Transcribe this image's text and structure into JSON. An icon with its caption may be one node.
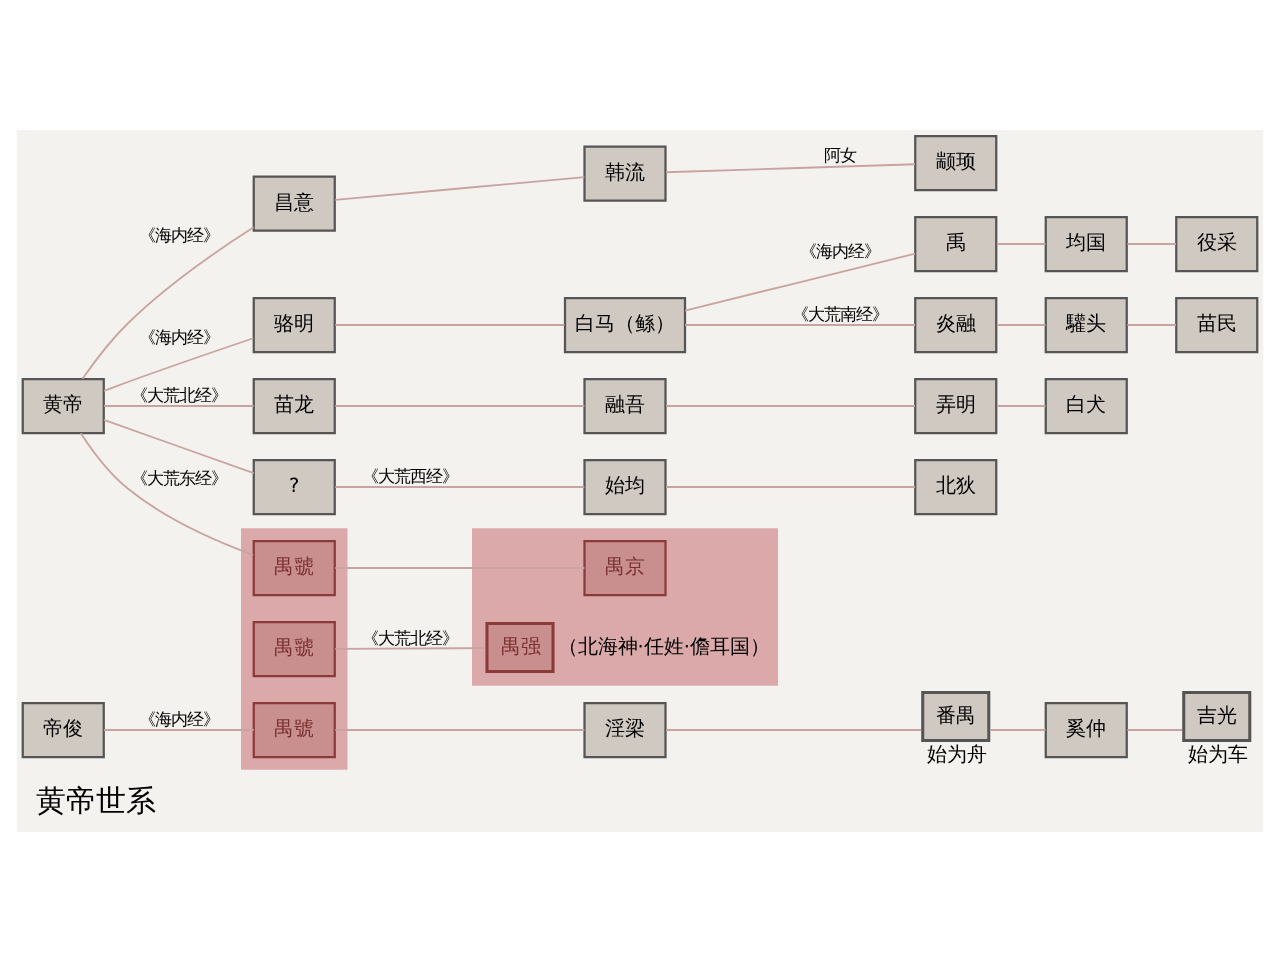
{
  "diagram": {
    "title": "黄帝世系",
    "nodes": [
      {
        "text": [
          "黄帝"
        ]
      },
      {
        "text": [
          "昌意"
        ]
      },
      {
        "text": [
          "韩流"
        ]
      },
      {
        "text": [
          "颛顼"
        ]
      },
      {
        "text": [
          "骆明"
        ]
      },
      {
        "text": [
          "白马（鲧）"
        ]
      },
      {
        "text": [
          "禹"
        ]
      },
      {
        "text": [
          "均国"
        ]
      },
      {
        "text": [
          "役采"
        ]
      },
      {
        "text": [
          "炎融"
        ]
      },
      {
        "text": [
          "驩头"
        ]
      },
      {
        "text": [
          "苗民"
        ]
      },
      {
        "text": [
          "苗龙"
        ]
      },
      {
        "text": [
          "融吾"
        ]
      },
      {
        "text": [
          "弄明"
        ]
      },
      {
        "text": [
          "白犬"
        ]
      },
      {
        "text": [
          "?"
        ]
      },
      {
        "text": [
          "始均"
        ]
      },
      {
        "text": [
          "北狄"
        ]
      },
      {
        "text": [],
        "shape": "bar"
      },
      {
        "text": [
          "禺虢"
        ],
        "in": 19
      },
      {
        "text": [
          "禺虢"
        ],
        "in": 19
      },
      {
        "text": [
          "禺號"
        ],
        "in": 19
      },
      {
        "text": [],
        "shape": "bar"
      },
      {
        "text": [
          "禺京"
        ],
        "in": 23
      },
      {
        "text": [
          "禺强"
        ],
        "in": 23,
        "beside": [
          "（北海神·任姓·儋耳国）"
        ]
      },
      {
        "text": [
          "帝俊"
        ]
      },
      {
        "text": [
          "淫梁"
        ]
      },
      {
        "text": [
          "番禺"
        ],
        "beside": [
          "始为舟"
        ]
      },
      {
        "text": [
          "奚仲"
        ]
      },
      {
        "text": [
          "吉光"
        ],
        "beside": [
          "始为车"
        ]
      }
    ],
    "edges": [
      {
        "from": 0,
        "to": 1,
        "arrow": "none",
        "label": "《海内经》"
      },
      {
        "from": 1,
        "to": 2,
        "arrow": "none"
      },
      {
        "from": 2,
        "to": 3,
        "arrow": "none",
        "label": "阿女"
      },
      {
        "from": 0,
        "to": 4,
        "arrow": "none",
        "label": "《海内经》"
      },
      {
        "from": 4,
        "to": 5,
        "arrow": "none"
      },
      {
        "from": 5,
        "to": 6,
        "arrow": "none",
        "label": "《海内经》"
      },
      {
        "from": 6,
        "to": 7,
        "arrow": "none"
      },
      {
        "from": 7,
        "to": 8,
        "arrow": "none"
      },
      {
        "from": 5,
        "to": 9,
        "arrow": "none",
        "label": "《大荒南经》"
      },
      {
        "from": 9,
        "to": 10,
        "arrow": "none"
      },
      {
        "from": 10,
        "to": 11,
        "arrow": "none"
      },
      {
        "from": 0,
        "to": 12,
        "arrow": "none",
        "label": "《大荒北经》"
      },
      {
        "from": 12,
        "to": 13,
        "arrow": "none"
      },
      {
        "from": 13,
        "to": 14,
        "arrow": "none"
      },
      {
        "from": 14,
        "to": 15,
        "arrow": "none"
      },
      {
        "from": 0,
        "to": 16,
        "arrow": "none"
      },
      {
        "from": 16,
        "to": 17,
        "arrow": "none",
        "label": "《大荒西经》"
      },
      {
        "from": 17,
        "to": 18,
        "arrow": "none"
      },
      {
        "from": 0,
        "to": 20,
        "arrow": "none",
        "label": "《大荒东经》"
      },
      {
        "from": 20,
        "to": 24,
        "arrow": "none"
      },
      {
        "from": 21,
        "to": 25,
        "arrow": "none",
        "label": "《大荒北经》"
      },
      {
        "from": 26,
        "to": 22,
        "arrow": "none",
        "label": "《海内经》"
      },
      {
        "from": 22,
        "to": 27,
        "arrow": "none"
      },
      {
        "from": 27,
        "to": 28,
        "arrow": "none"
      },
      {
        "from": 28,
        "to": 29,
        "arrow": "none"
      },
      {
        "from": 29,
        "to": 30,
        "arrow": "none"
      }
    ]
  }
}
